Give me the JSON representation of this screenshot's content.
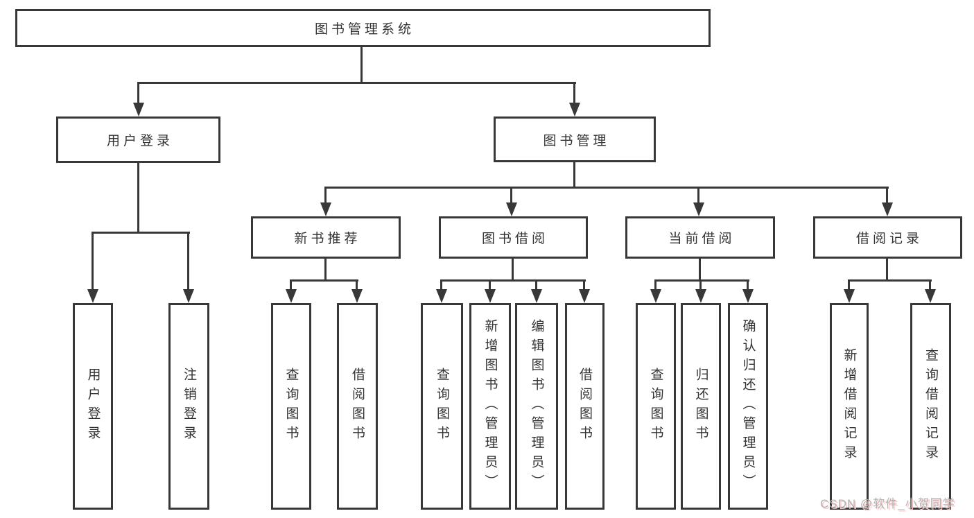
{
  "diagram": {
    "root_label": "图书管理系统",
    "nodes": {
      "user_login": "用户登录",
      "book_mgmt": "图书管理",
      "new_books": "新书推荐",
      "book_borrow": "图书借阅",
      "current_borrow": "当前借阅",
      "borrow_records": "借阅记录"
    },
    "leaves": {
      "user_login_1": "用户登录",
      "user_login_2": "注销登录",
      "new_books_1": "查询图书",
      "new_books_2": "借阅图书",
      "borrow_1": "查询图书",
      "borrow_2": "新增图书（管理员）",
      "borrow_3": "编辑图书（管理员）",
      "borrow_4": "借阅图书",
      "current_1": "查询图书",
      "current_2": "归还图书",
      "current_3": "确认归还（管理员）",
      "records_1": "新增借阅记录",
      "records_2": "查询借阅记录"
    },
    "watermark": "CSDN @软件_小贺同学",
    "colors": {
      "line": "#383838",
      "text": "#333333",
      "background": "#ffffff",
      "watermark_gray": "#b3b3b3",
      "watermark_pink": "#ffc6c6"
    }
  }
}
